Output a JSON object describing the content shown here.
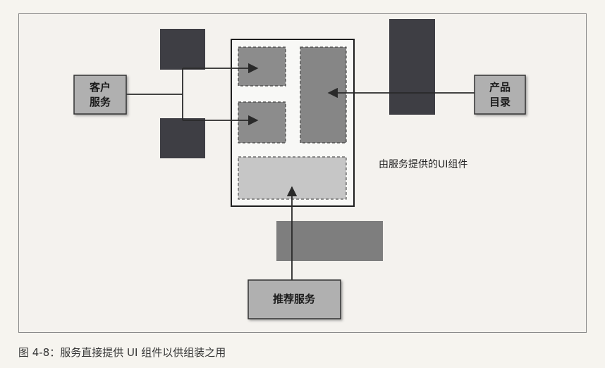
{
  "diagram": {
    "nodes": {
      "customer_service": "客户\n服务",
      "product_catalog": "产品\n目录",
      "recommendation_service": "推荐服务"
    },
    "annotation": "由服务提供的UI组件",
    "colors": {
      "dark_block": "#3e3e44",
      "mid_gray_component": "#8c8c8c",
      "light_component": "#c4c4c4",
      "recommend_block": "#7e7e7e",
      "service_box": "#b0b0b0",
      "line": "#2a2a2a"
    }
  },
  "caption": "图 4-8：服务直接提供 UI 组件以供组装之用"
}
